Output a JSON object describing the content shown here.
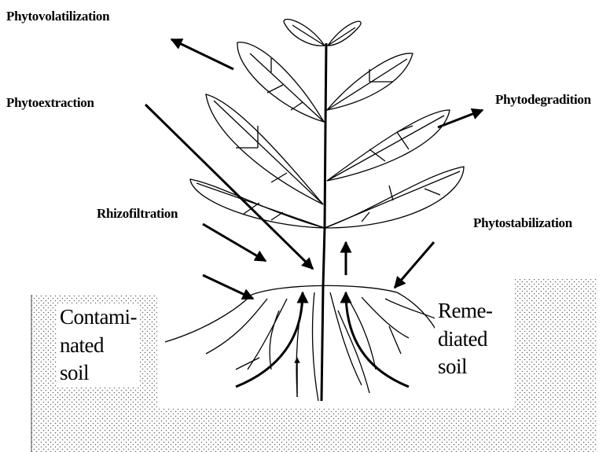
{
  "labels": {
    "phytovolatilization": "Phytovolatilization",
    "phytoextraction": "Phytoextraction",
    "phytodegradation": "Phytodegradition",
    "rhizofiltration": "Rhizofiltration",
    "phytostabilization": "Phytostabilization",
    "contaminated_soil": "Contami-\nnated\nsoil",
    "remediated_soil": "Reme-\ndiated\nsoil"
  },
  "colors": {
    "ink": "#000000",
    "background": "#ffffff",
    "soil_dots": "#666666"
  }
}
